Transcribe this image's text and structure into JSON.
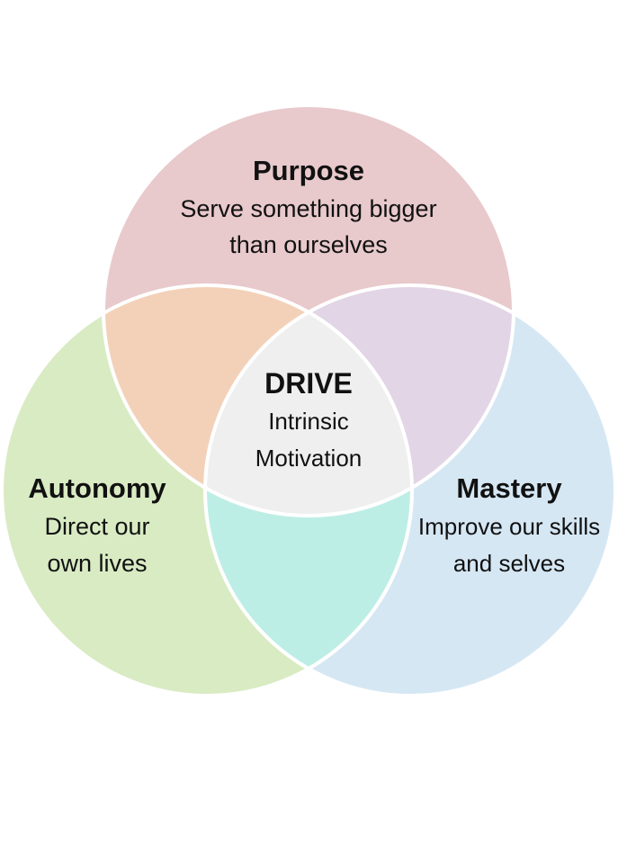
{
  "colors": {
    "purpose": "#e8c9cc",
    "autonomy": "#d9ebc3",
    "mastery": "#d6e7f4",
    "purpose_autonomy": "#f3d1b8",
    "purpose_mastery": "#e2d5e6",
    "autonomy_mastery": "#bdeee6",
    "center": "#efefef",
    "outline": "#ffffff"
  },
  "diagram": {
    "center": {
      "title": "DRIVE",
      "line1": "Intrinsic",
      "line2": "Motivation"
    },
    "purpose": {
      "title": "Purpose",
      "line1": "Serve something bigger",
      "line2": "than ourselves"
    },
    "autonomy": {
      "title": "Autonomy",
      "line1": "Direct our",
      "line2": "own lives"
    },
    "mastery": {
      "title": "Mastery",
      "line1": "Improve our skills",
      "line2": "and selves"
    }
  }
}
